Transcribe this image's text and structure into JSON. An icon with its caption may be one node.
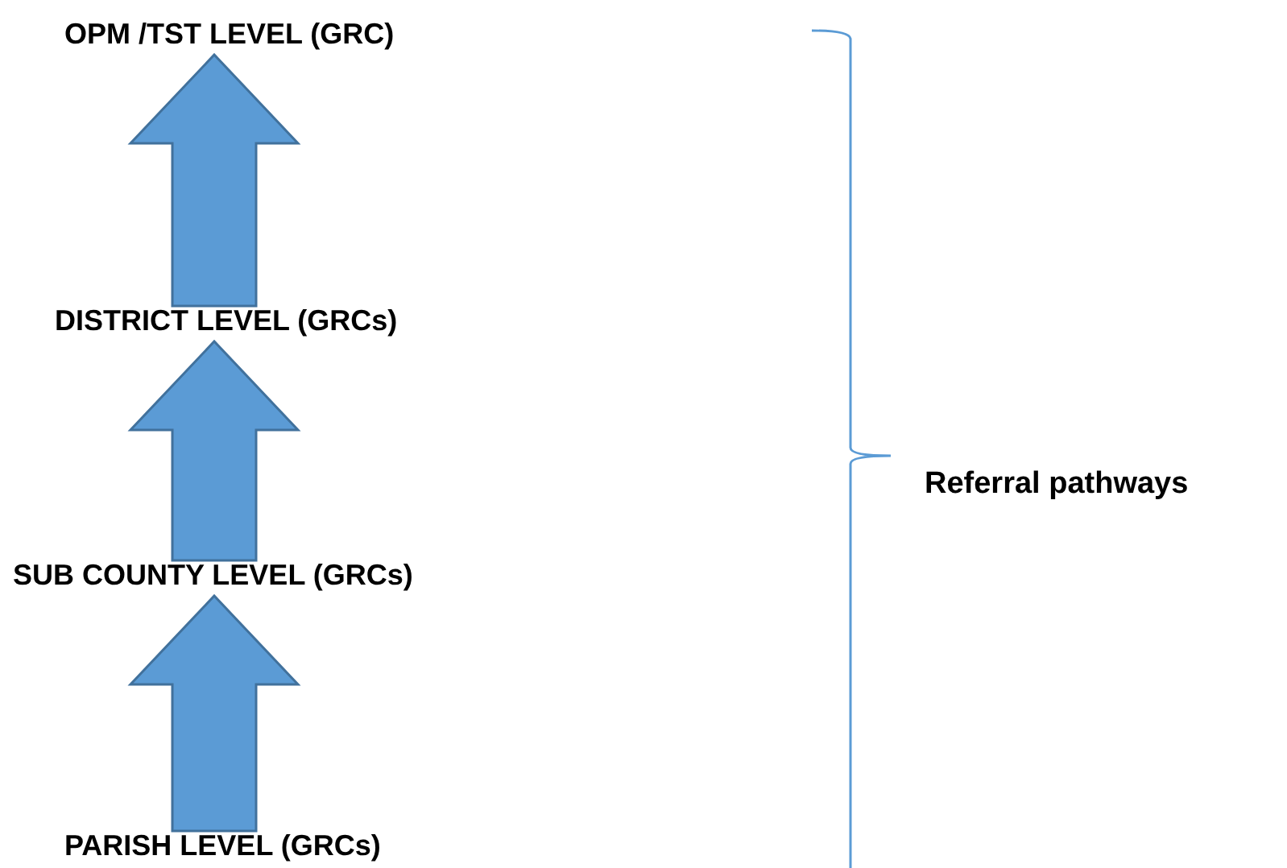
{
  "diagram": {
    "nodes": [
      {
        "text": [
          "OPM /TST LEVEL (GRC)"
        ]
      },
      {
        "text": [
          "DISTRICT LEVEL (GRCs)"
        ]
      },
      {
        "text": [
          "SUB COUNTY LEVEL (GRCs)"
        ]
      },
      {
        "text": [
          "PARISH LEVEL (GRCs)"
        ]
      }
    ],
    "edges": [
      {
        "from": 3,
        "to": 2,
        "arrow": "to",
        "style": "thick"
      },
      {
        "from": 2,
        "to": 1,
        "arrow": "to",
        "style": "thick"
      },
      {
        "from": 1,
        "to": 0,
        "arrow": "to",
        "style": "thick"
      }
    ],
    "labels": [
      "Referral pathways"
    ]
  }
}
